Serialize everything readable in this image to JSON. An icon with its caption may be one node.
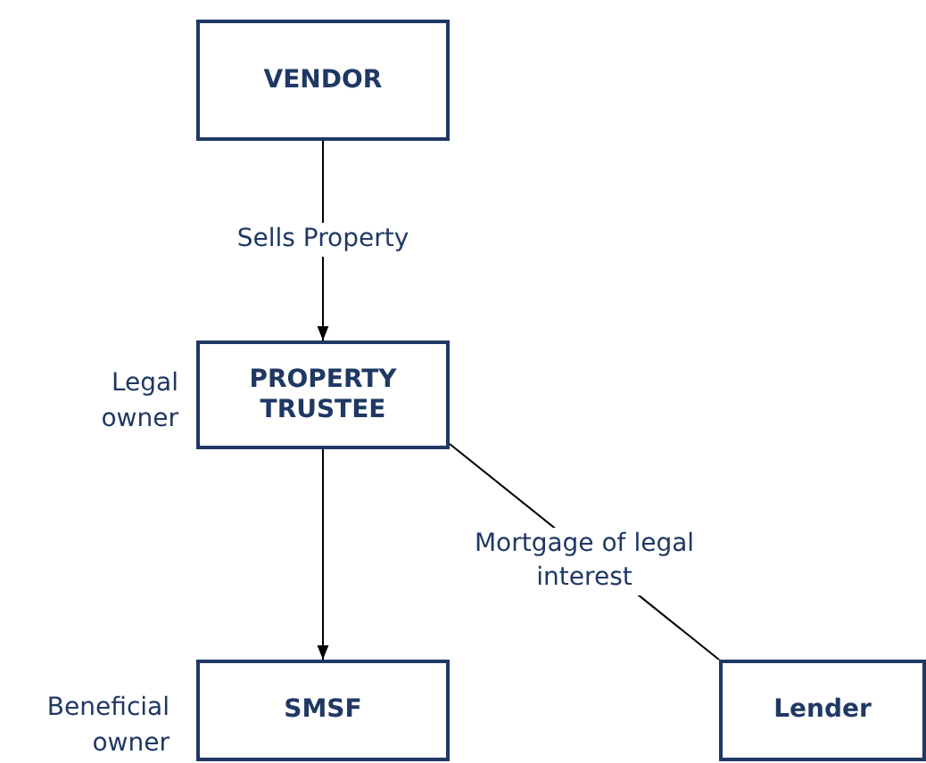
{
  "diagram": {
    "nodes": [
      {
        "text": [
          "VENDOR"
        ]
      },
      {
        "text": [
          "PROPERTY TRUSTEE"
        ],
        "beside": [
          "Legal owner"
        ]
      },
      {
        "text": [
          "SMSF"
        ],
        "beside": [
          "Beneficial owner"
        ]
      },
      {
        "text": [
          "Lender"
        ]
      }
    ],
    "edges": [
      {
        "from": 0,
        "to": 1,
        "arrow": "to",
        "label": "Sells Property"
      },
      {
        "from": 1,
        "to": 2,
        "arrow": "to"
      },
      {
        "from": 1,
        "to": 3,
        "arrow": "none",
        "label": "Mortgage of legal interest"
      }
    ]
  }
}
